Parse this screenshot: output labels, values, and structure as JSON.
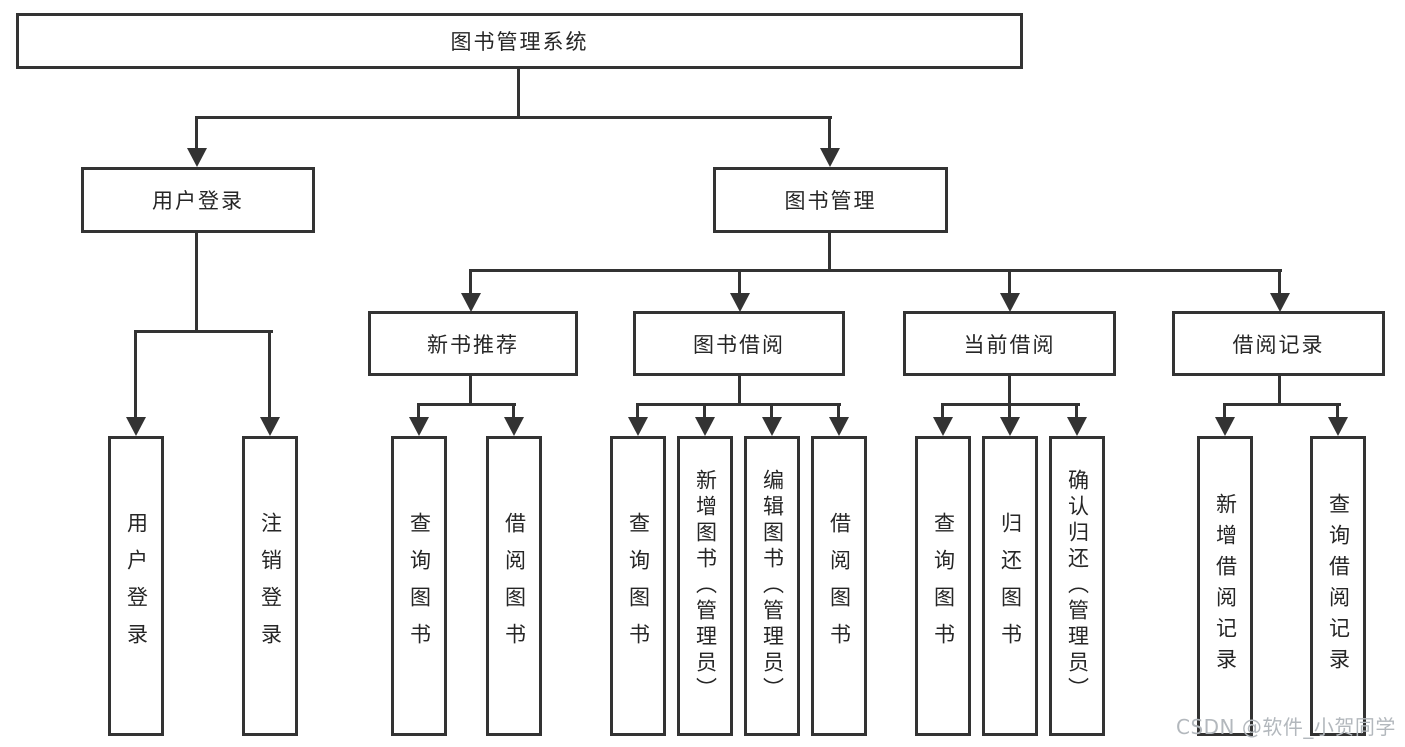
{
  "diagram": {
    "title": "图书管理系统",
    "level2": {
      "user_login": {
        "label": "用户登录"
      },
      "book_mgmt": {
        "label": "图书管理"
      }
    },
    "user_login_children": [
      "用户登录",
      "注销登录"
    ],
    "sections": [
      {
        "label": "新书推荐",
        "children": [
          "查询图书",
          "借阅图书"
        ]
      },
      {
        "label": "图书借阅",
        "children": [
          "查询图书",
          "新增图书（管理员）",
          "编辑图书（管理员）",
          "借阅图书"
        ]
      },
      {
        "label": "当前借阅",
        "children": [
          "查询图书",
          "归还图书",
          "确认归还（管理员）"
        ]
      },
      {
        "label": "借阅记录",
        "children": [
          "新增借阅记录",
          "查询借阅记录"
        ]
      }
    ]
  },
  "watermark": "CSDN @软件_小贺同学",
  "colors": {
    "line": "#333333",
    "box_border": "#333333",
    "box_fill": "#ffffff",
    "text": "#262626",
    "watermark": "#b3b8bd",
    "background": "#ffffff"
  }
}
